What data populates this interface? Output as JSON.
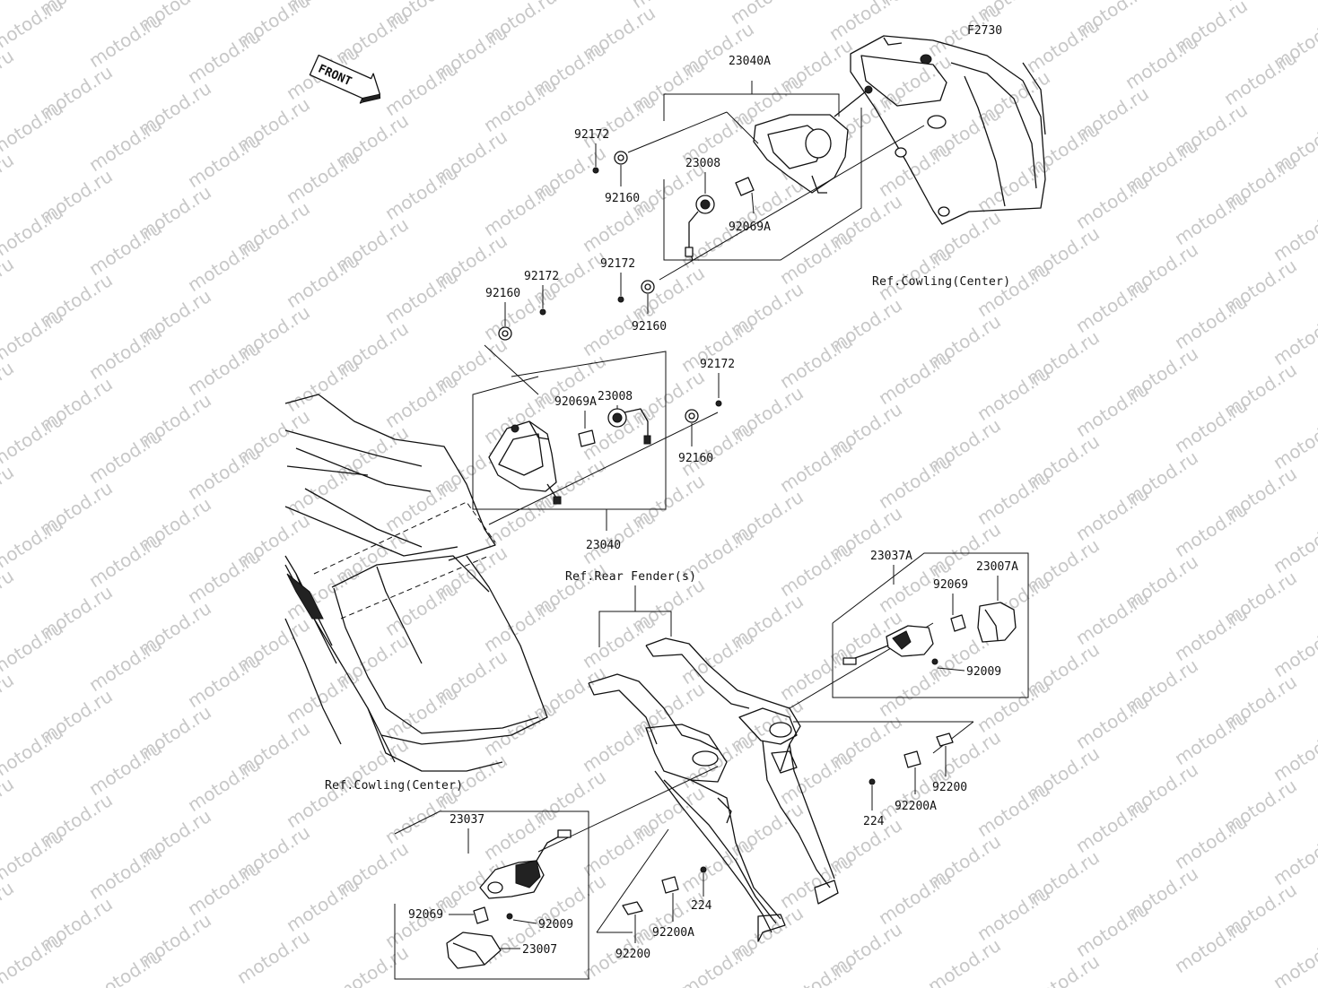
{
  "diagram": {
    "code": "F2730",
    "front_label": "FRONT",
    "watermark": "motod.ru",
    "refs": {
      "cowling_center_top": "Ref.Cowling(Center)",
      "cowling_center_left": "Ref.Cowling(Center)",
      "rear_fender": "Ref.Rear Fender(s)"
    },
    "parts": {
      "p23040A": "23040A",
      "p92172_a": "92172",
      "p92160_a": "92160",
      "p23008_a": "23008",
      "p92069A_a": "92069A",
      "p92172_b": "92172",
      "p92160_b": "92160",
      "p92160_c": "92160",
      "p92172_c": "92172",
      "p23008_b": "23008",
      "p92069A_b": "92069A",
      "p92172_d": "92172",
      "p92160_d": "92160",
      "p23040": "23040",
      "p23037A": "23037A",
      "p23007A": "23007A",
      "p92069_a": "92069",
      "p92009_a": "92009",
      "p92200_a": "92200",
      "p92200A_a": "92200A",
      "p224_a": "224",
      "p23037": "23037",
      "p92069_b": "92069",
      "p92009_b": "92009",
      "p23007": "23007",
      "p224_b": "224",
      "p92200A_b": "92200A",
      "p92200_b": "92200"
    }
  }
}
